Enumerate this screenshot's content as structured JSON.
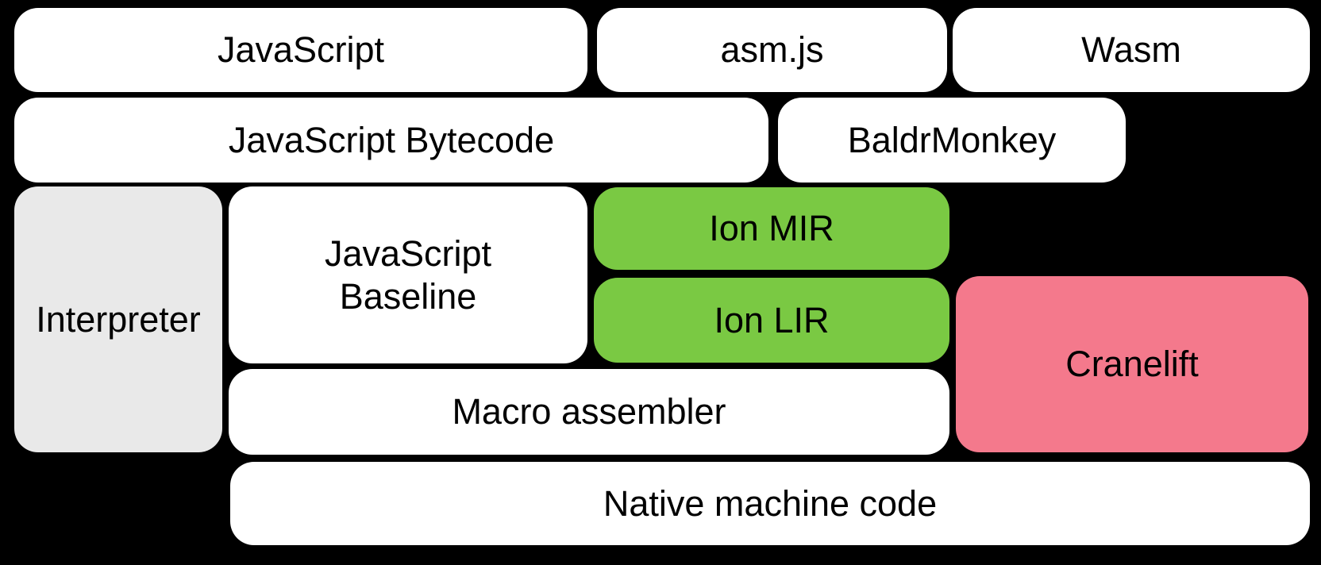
{
  "colors": {
    "background": "#000000",
    "box_white": "#ffffff",
    "box_gray": "#e9e9e9",
    "box_green": "#7ac943",
    "box_pink": "#f4798c",
    "text": "#000000"
  },
  "diagram": {
    "boxes": {
      "javascript": {
        "label": "JavaScript"
      },
      "asmjs": {
        "label": "asm.js"
      },
      "wasm": {
        "label": "Wasm"
      },
      "bytecode": {
        "label": "JavaScript Bytecode"
      },
      "baldrmonkey": {
        "label": "BaldrMonkey"
      },
      "interpreter": {
        "label": "Interpreter"
      },
      "baseline": {
        "lines": [
          "JavaScript",
          "Baseline"
        ]
      },
      "ionmir": {
        "label": "Ion MIR"
      },
      "ionlir": {
        "label": "Ion LIR"
      },
      "cranelift": {
        "label": "Cranelift"
      },
      "macro": {
        "label": "Macro assembler"
      },
      "native": {
        "label": "Native machine code"
      }
    }
  }
}
